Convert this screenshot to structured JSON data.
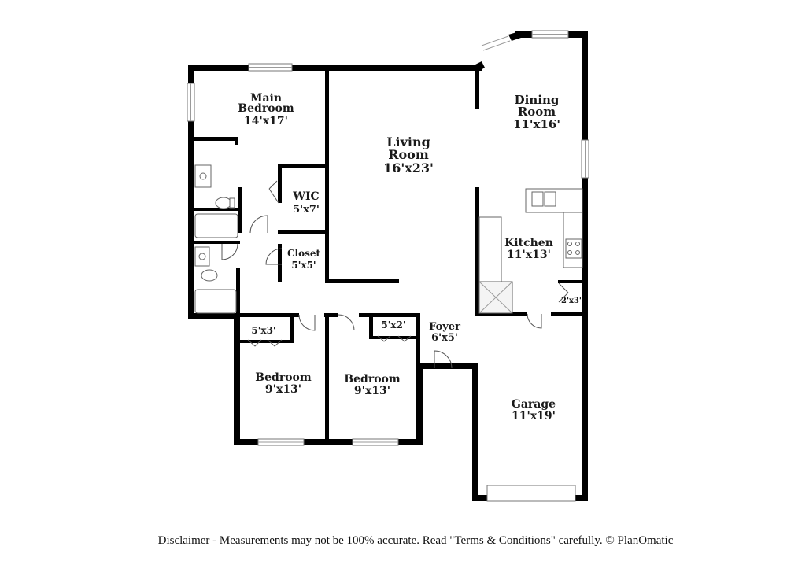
{
  "rooms": {
    "main_bedroom": {
      "name_1": "Main",
      "name_2": "Bedroom",
      "dims": "14'x17'"
    },
    "wic": {
      "name": "WIC",
      "dims": "5'x7'"
    },
    "closet": {
      "name": "Closet",
      "dims": "5'x5'"
    },
    "living_room": {
      "name_1": "Living",
      "name_2": "Room",
      "dims": "16'x23'"
    },
    "dining_room": {
      "name_1": "Dining",
      "name_2": "Room",
      "dims": "11'x16'"
    },
    "kitchen": {
      "name": "Kitchen",
      "dims": "11'x13'"
    },
    "pantry": {
      "dims": "2'x3'"
    },
    "closet_bed2": {
      "dims": "5'x3'"
    },
    "closet_bed3": {
      "dims": "5'x2'"
    },
    "foyer": {
      "name": "Foyer",
      "dims": "6'x5'"
    },
    "bedroom_2": {
      "name": "Bedroom",
      "dims": "9'x13'"
    },
    "bedroom_3": {
      "name": "Bedroom",
      "dims": "9'x13'"
    },
    "garage": {
      "name": "Garage",
      "dims": "11'x19'"
    }
  },
  "disclaimer": "Disclaimer - Measurements may not be 100% accurate. Read \"Terms & Conditions\" carefully. © PlanOmatic"
}
